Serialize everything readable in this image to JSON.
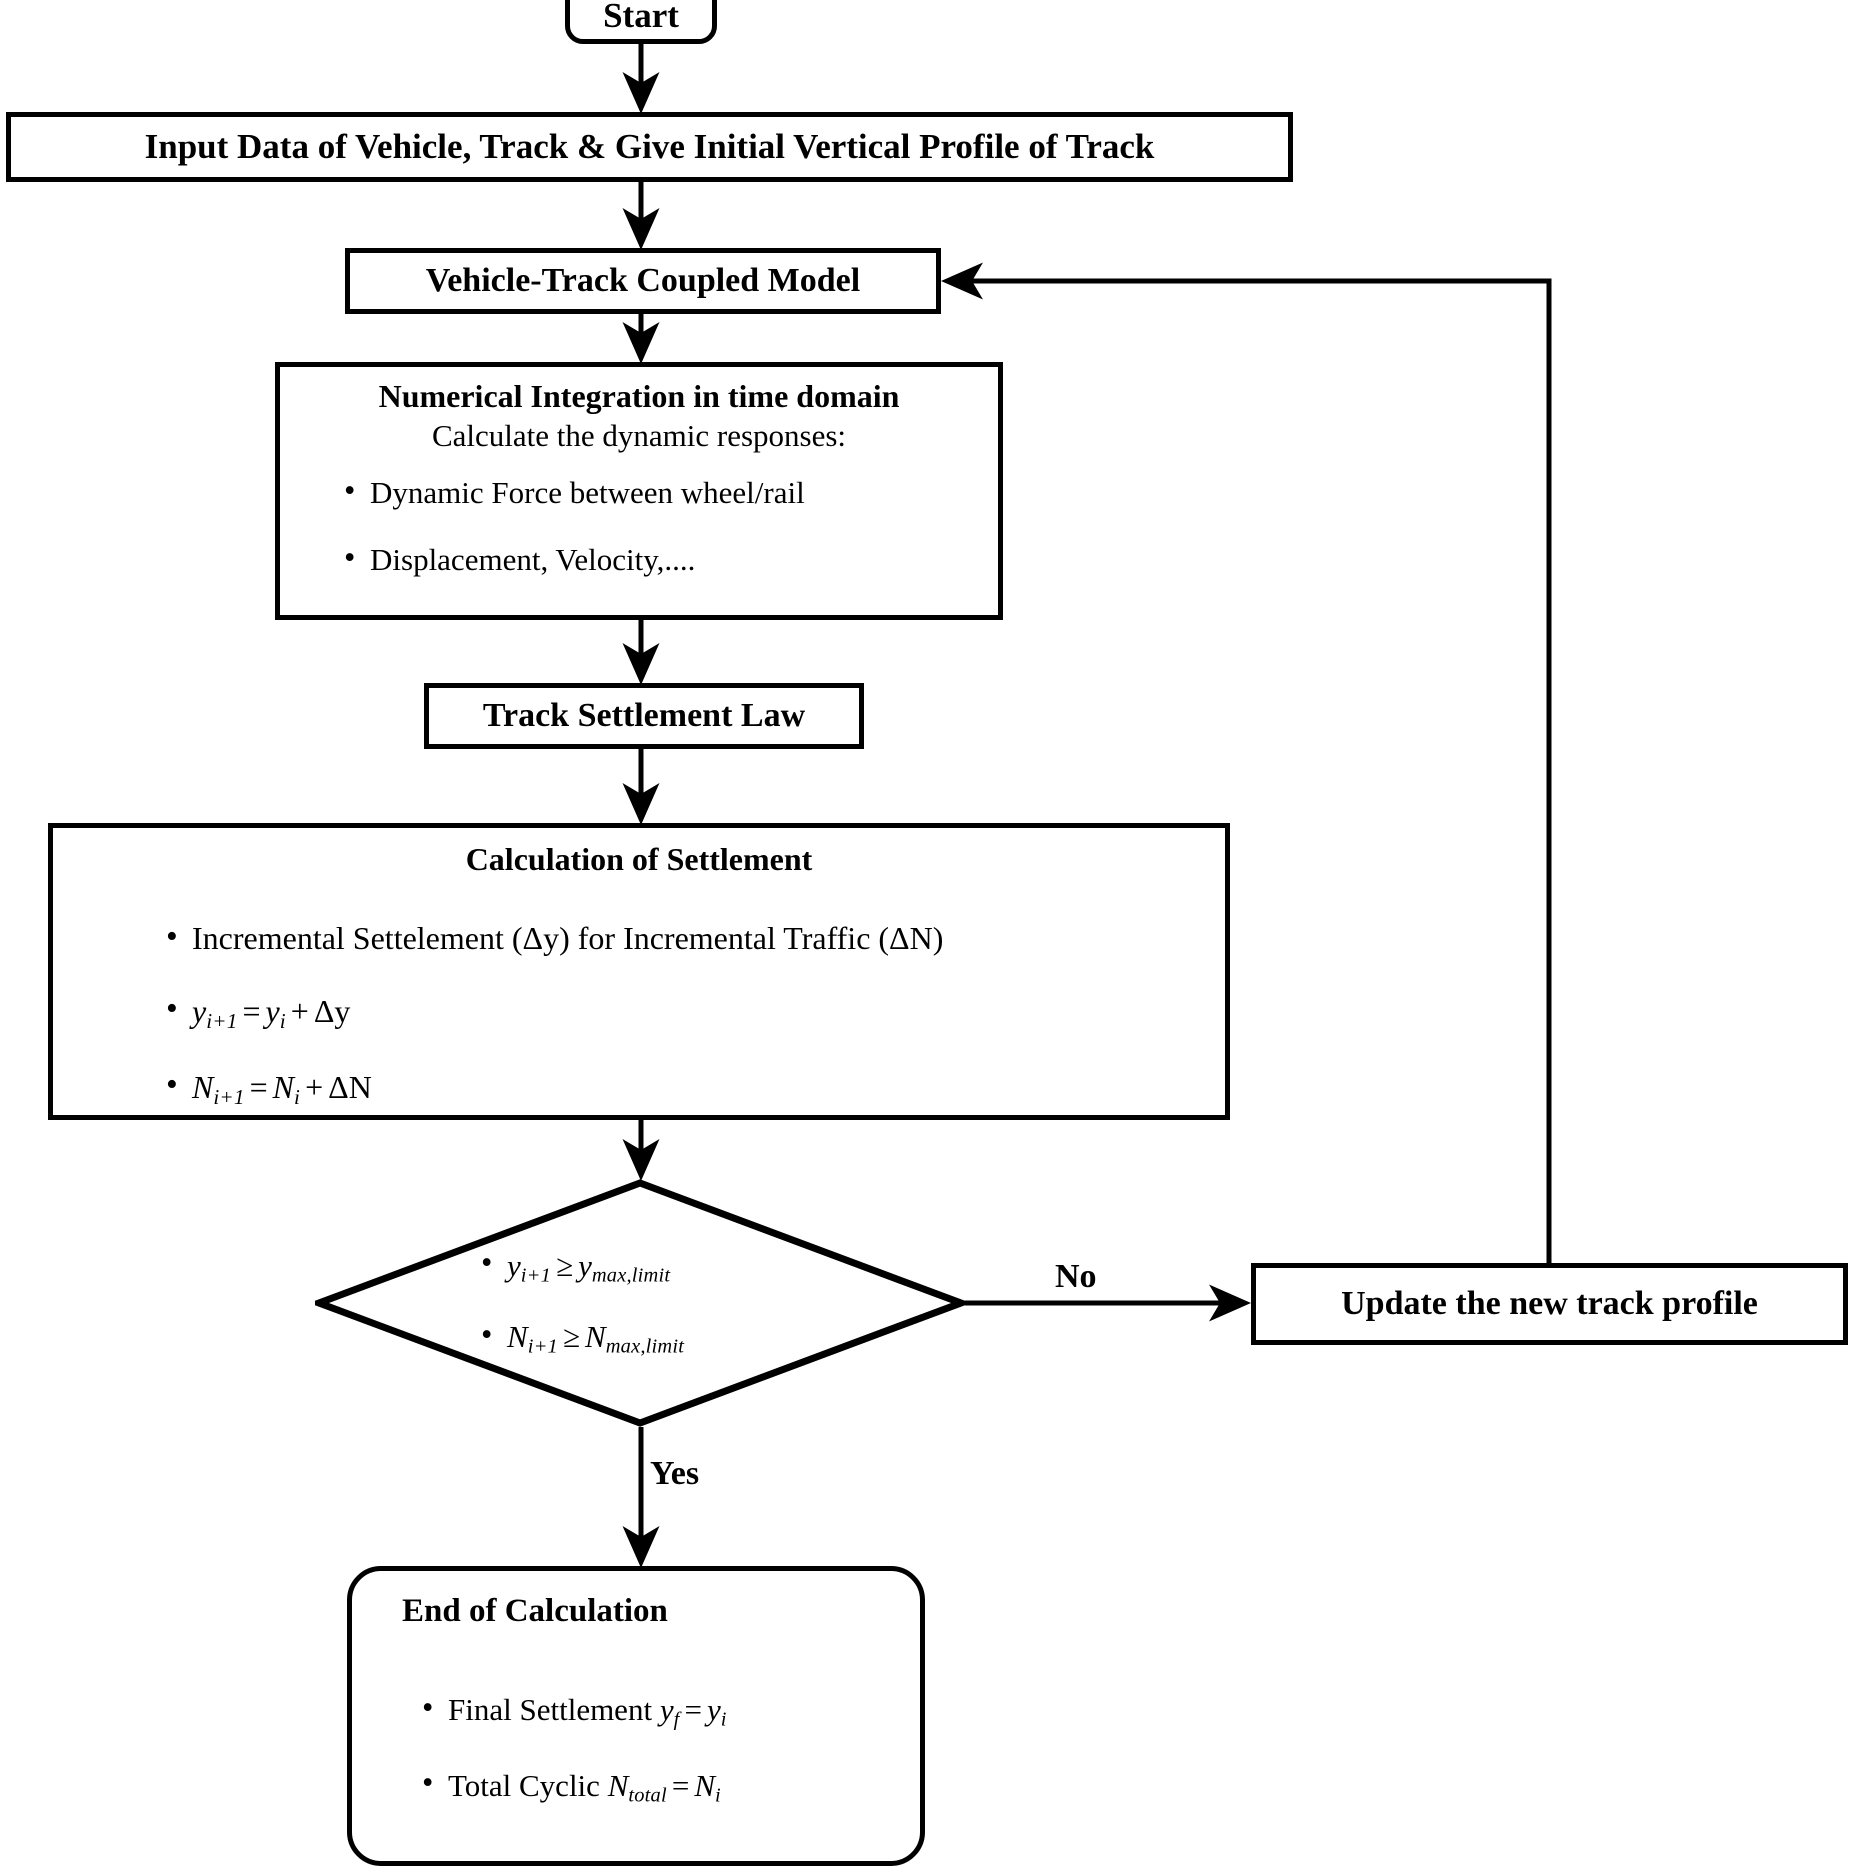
{
  "diagram": {
    "title": "Track Settlement Calculation Flowchart",
    "stroke_color": "#000000",
    "background_color": "#ffffff"
  },
  "nodes": {
    "start": {
      "label": "Start",
      "shape": "rounded-rectangle"
    },
    "input": {
      "label": "Input Data of Vehicle, Track & Give Initial Vertical Profile of Track",
      "shape": "rectangle"
    },
    "vehicle_track_model": {
      "label": "Vehicle-Track Coupled Model",
      "shape": "rectangle"
    },
    "numerical_integration": {
      "title": "Numerical Integration in time domain",
      "subtitle": "Calculate the dynamic responses:",
      "bullets": [
        "Dynamic Force between wheel/rail",
        "Displacement, Velocity,...."
      ],
      "shape": "rectangle"
    },
    "track_settlement_law": {
      "label": "Track Settlement Law",
      "shape": "rectangle"
    },
    "calculation_of_settlement": {
      "title": "Calculation of Settlement",
      "bullets": [
        {
          "text": "Incremental Settelement (Δy) for Incremental Traffic (ΔN)",
          "parts": {
            "lead": "Incremental Settelement (",
            "var1": "Δy",
            "mid": ") for Incremental Traffic (",
            "var2": "ΔN",
            "tail": ")"
          }
        },
        {
          "text": "y_{i+1} = y_i + Δy",
          "parts": {
            "lhs": "y",
            "lhs_sub": "i+1",
            "op": "=",
            "rhs1": "y",
            "rhs1_sub": "i",
            "op2": "+",
            "rhs2": "Δy"
          }
        },
        {
          "text": "N_{i+1} = N_i + ΔN",
          "parts": {
            "lhs": "N",
            "lhs_sub": "i+1",
            "op": "=",
            "rhs1": "N",
            "rhs1_sub": "i",
            "op2": "+",
            "rhs2": "ΔN"
          }
        }
      ],
      "shape": "rectangle"
    },
    "decision": {
      "shape": "diamond",
      "bullets": [
        {
          "text": "y_{i+1} ≥ y_{max,limit}",
          "parts": {
            "lhs": "y",
            "lhs_sub": "i+1",
            "op": "≥",
            "rhs": "y",
            "rhs_sub": "max,limit"
          }
        },
        {
          "text": "N_{i+1} ≥ N_{max,limit}",
          "parts": {
            "lhs": "N",
            "lhs_sub": "i+1",
            "op": "≥",
            "rhs": "N",
            "rhs_sub": "max,limit"
          }
        }
      ]
    },
    "update_profile": {
      "label": "Update the new track profile",
      "shape": "rectangle"
    },
    "end": {
      "title": "End of Calculation",
      "shape": "rounded-rectangle",
      "bullets": [
        {
          "text": "Final Settlement y_f = y_i",
          "parts": {
            "lead": "Final Settlement ",
            "lhs": "y",
            "lhs_sub": "f",
            "op": "=",
            "rhs": "y",
            "rhs_sub": "i"
          }
        },
        {
          "text": "Total Cyclic N_total = N_i",
          "parts": {
            "lead": "Total Cyclic ",
            "lhs": "N",
            "lhs_sub": "total",
            "op": "=",
            "rhs": "N",
            "rhs_sub": "i"
          }
        }
      ]
    }
  },
  "edges": {
    "no_label": "No",
    "yes_label": "Yes"
  }
}
